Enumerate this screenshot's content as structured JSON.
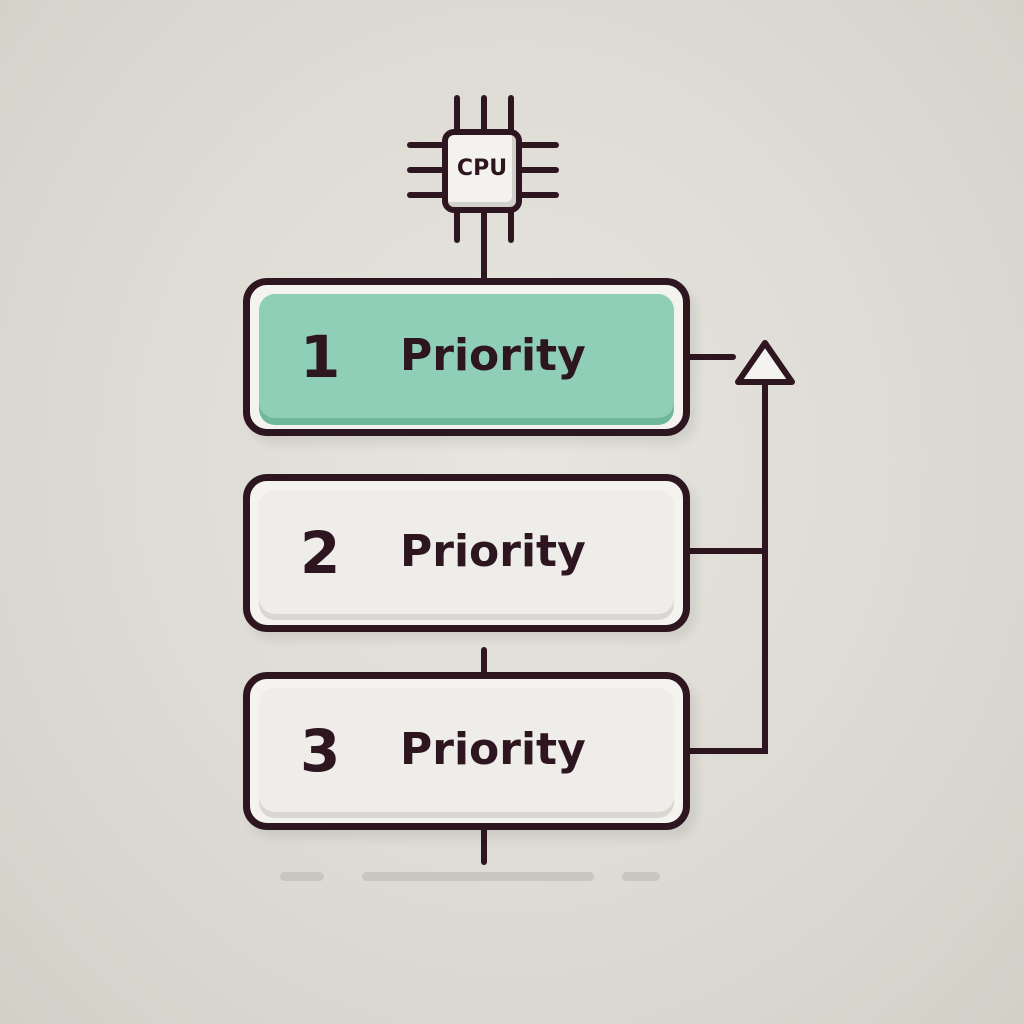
{
  "cpu": {
    "label": "CPU",
    "icon": "cpu-chip-icon"
  },
  "queues": [
    {
      "number": "1",
      "label": "Priority",
      "active": true
    },
    {
      "number": "2",
      "label": "Priority",
      "active": false
    },
    {
      "number": "3",
      "label": "Priority",
      "active": false
    }
  ],
  "colors": {
    "outline": "#2e1620",
    "active_fill": "#8fcfb7",
    "box_fill": "#eeede9",
    "background": "#dddbd4"
  }
}
